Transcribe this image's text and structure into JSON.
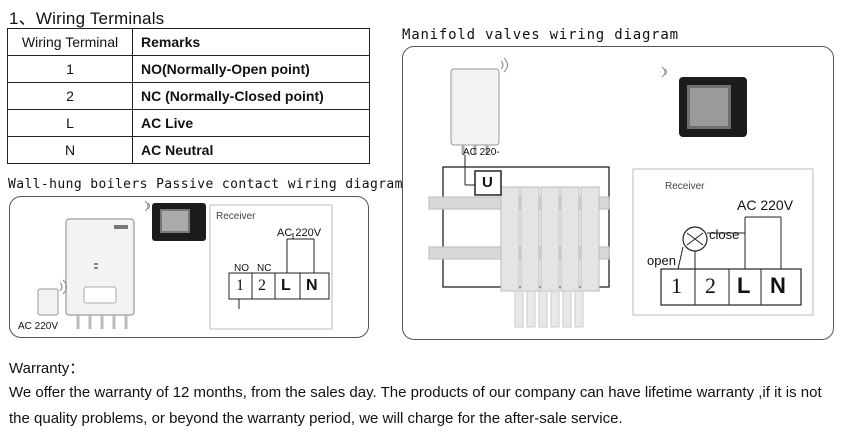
{
  "title": "1、Wiring Terminals",
  "table": {
    "headers": [
      "Wiring Terminal",
      "Remarks"
    ],
    "rows": [
      {
        "terminal": "1",
        "remark": "NO(Normally-Open point)"
      },
      {
        "terminal": "2",
        "remark": "NC (Normally-Closed point)"
      },
      {
        "terminal": "L",
        "remark": "AC Live"
      },
      {
        "terminal": "N",
        "remark": "AC Neutral"
      }
    ]
  },
  "captions": {
    "manifold": "Manifold valves wiring diagram",
    "boiler": "Wall-hung boilers Passive contact wiring diagram"
  },
  "boiler_diagram": {
    "receiver": "Receiver",
    "ac_label": "AC 220V",
    "terminal_top_labels": [
      "NO",
      "NC"
    ],
    "terminals": [
      "1",
      "2",
      "L",
      "N"
    ],
    "power_label": "AC 220V"
  },
  "manifold_diagram": {
    "actuator_label": "AC 220-",
    "valve_label": "U",
    "receiver": "Receiver",
    "ac_label": "AC 220V",
    "close_label": "close",
    "open_label": "open",
    "terminals": [
      "1",
      "2",
      "L",
      "N"
    ]
  },
  "warranty": {
    "title": "Warranty：",
    "line1": "We offer the warranty of 12 months, from the sales day. The products of our company can have lifetime warranty ,if it is not",
    "line2": "the quality problems, or beyond the warranty period, we will charge for the after-sale service."
  }
}
